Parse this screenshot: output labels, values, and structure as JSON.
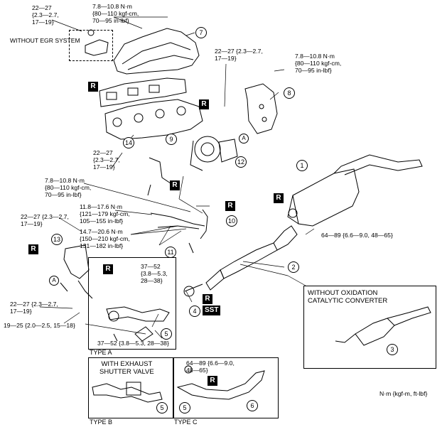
{
  "torques": {
    "t1": "22—27\n{2.3—2.7,\n17—19}",
    "t2": "7.8—10.8 N·m\n{80—110 kgf-cm,\n70—95 in-lbf}",
    "t3": "22—27 {2.3—2.7,\n17—19}",
    "t4": "7.8—10.8 N·m\n{80—110 kgf-cm,\n70—95 in-lbf}",
    "t5": "22—27\n{2.3—2.7,\n17—19}",
    "t6": "7.8—10.8 N·m\n{80—110 kgf-cm,\n70—95 in-lbf}",
    "t7": "11.8—17.6 N·m\n{121—179 kgf-cm,\n105—155 in-lbf}",
    "t8": "14.7—20.6 N·m\n{150—210 kgf-cm,\n131—182 in-lbf}",
    "t9": "22—27 {2.3—2.7,\n17—19}",
    "t10": "64—89 {6.6—9.0, 48—65}",
    "t11": "37—52\n{3.8—5.3,\n28—38}",
    "t12": "22—27 {2.3—2.7,\n17—19}",
    "t13": "19—25 {2.0—2.5, 15—18}",
    "t14": "37—52 {3.8—5.3, 28—38}",
    "t15": "64—89 {6.6—9.0,\n48—65}"
  },
  "labels": {
    "without_egr": "WITHOUT EGR SYSTEM",
    "without_oxidation": "WITHOUT OXIDATION\nCATALYTIC CONVERTER",
    "with_shutter": "WITH EXHAUST\nSHUTTER VALVE",
    "type_a": "TYPE A",
    "type_b": "TYPE B",
    "type_c": "TYPE C",
    "units": "N·m {kgf-m, ft-lbf}",
    "r": "R",
    "sst": "SST",
    "a": "A"
  },
  "callouts": {
    "c1": "1",
    "c2": "2",
    "c3": "3",
    "c4": "4",
    "c5": "5",
    "c5b": "5",
    "c5c": "5",
    "c6": "6",
    "c7": "7",
    "c8": "8",
    "c9": "9",
    "c10": "10",
    "c11": "11",
    "c12": "12",
    "c13": "13",
    "c14": "14"
  }
}
